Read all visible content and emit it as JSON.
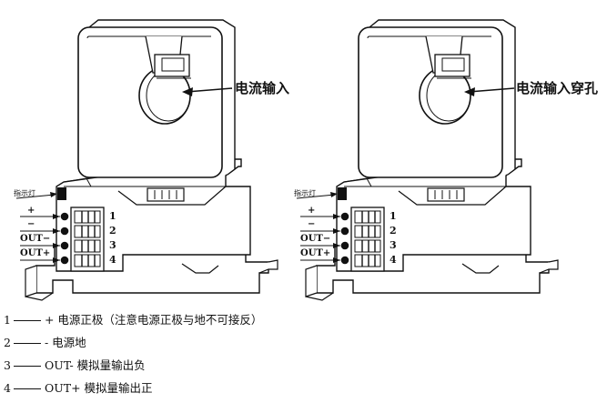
{
  "sensors": [
    {
      "callout": "电流输入",
      "indicator": "指示灯",
      "terminals": [
        "+",
        "−",
        "OUT−",
        "OUT+"
      ],
      "pins": [
        "1",
        "2",
        "3",
        "4"
      ]
    },
    {
      "callout": "电流输入穿孔",
      "indicator": "指示灯",
      "terminals": [
        "+",
        "−",
        "OUT−",
        "OUT+"
      ],
      "pins": [
        "1",
        "2",
        "3",
        "4"
      ]
    }
  ],
  "legend": [
    {
      "num": "1",
      "text": "+ 电源正极（注意电源正极与地不可接反）"
    },
    {
      "num": "2",
      "text": "-  电源地"
    },
    {
      "num": "3",
      "text": "OUT-  模拟量输出负"
    },
    {
      "num": "4",
      "text": "OUT+  模拟量输出正"
    }
  ]
}
